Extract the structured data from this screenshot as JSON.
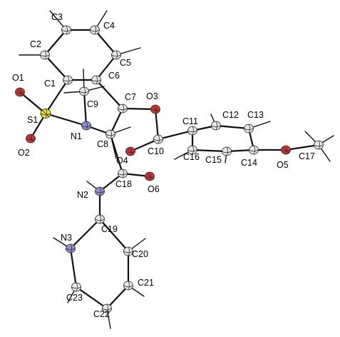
{
  "atoms": [
    {
      "id": "C1",
      "label": "C1",
      "element": "C"
    },
    {
      "id": "C2",
      "label": "C2",
      "element": "C"
    },
    {
      "id": "C3",
      "label": "C3",
      "element": "C"
    },
    {
      "id": "C4",
      "label": "C4",
      "element": "C"
    },
    {
      "id": "C5",
      "label": "C5",
      "element": "C"
    },
    {
      "id": "C6",
      "label": "C6",
      "element": "C"
    },
    {
      "id": "C7",
      "label": "C7",
      "element": "C"
    },
    {
      "id": "C8",
      "label": "C8",
      "element": "C"
    },
    {
      "id": "C9",
      "label": "C9",
      "element": "C"
    },
    {
      "id": "C10",
      "label": "C10",
      "element": "C"
    },
    {
      "id": "C11",
      "label": "C11",
      "element": "C"
    },
    {
      "id": "C12",
      "label": "C12",
      "element": "C"
    },
    {
      "id": "C13",
      "label": "C13",
      "element": "C"
    },
    {
      "id": "C14",
      "label": "C14",
      "element": "C"
    },
    {
      "id": "C15",
      "label": "C15",
      "element": "C"
    },
    {
      "id": "C16",
      "label": "C16",
      "element": "C"
    },
    {
      "id": "C17",
      "label": "C17",
      "element": "C"
    },
    {
      "id": "C18",
      "label": "C18",
      "element": "C"
    },
    {
      "id": "C19",
      "label": "C19",
      "element": "C"
    },
    {
      "id": "C20",
      "label": "C20",
      "element": "C"
    },
    {
      "id": "C21",
      "label": "C21",
      "element": "C"
    },
    {
      "id": "C22",
      "label": "C22",
      "element": "C"
    },
    {
      "id": "C23",
      "label": "C23",
      "element": "C"
    },
    {
      "id": "N1",
      "label": "N1",
      "element": "N"
    },
    {
      "id": "N2",
      "label": "N2",
      "element": "N"
    },
    {
      "id": "N3",
      "label": "N3",
      "element": "N"
    },
    {
      "id": "O1",
      "label": "O1",
      "element": "O"
    },
    {
      "id": "O2",
      "label": "O2",
      "element": "O"
    },
    {
      "id": "O3",
      "label": "O3",
      "element": "O"
    },
    {
      "id": "O4",
      "label": "O4",
      "element": "O"
    },
    {
      "id": "O5",
      "label": "O5",
      "element": "O"
    },
    {
      "id": "O6",
      "label": "O6",
      "element": "O"
    },
    {
      "id": "S1",
      "label": "S1",
      "element": "S"
    }
  ],
  "bonds": [
    [
      "C1",
      "C2"
    ],
    [
      "C2",
      "C3"
    ],
    [
      "C3",
      "C4"
    ],
    [
      "C4",
      "C5"
    ],
    [
      "C5",
      "C6"
    ],
    [
      "C6",
      "C1"
    ],
    [
      "C1",
      "S1"
    ],
    [
      "S1",
      "O1"
    ],
    [
      "S1",
      "O2"
    ],
    [
      "S1",
      "N1"
    ],
    [
      "N1",
      "C9"
    ],
    [
      "N1",
      "C8"
    ],
    [
      "C6",
      "C7"
    ],
    [
      "C7",
      "C8"
    ],
    [
      "C7",
      "O3"
    ],
    [
      "O3",
      "C10"
    ],
    [
      "C10",
      "O4"
    ],
    [
      "C10",
      "C11"
    ],
    [
      "C11",
      "C12"
    ],
    [
      "C12",
      "C13"
    ],
    [
      "C13",
      "C14"
    ],
    [
      "C14",
      "C15"
    ],
    [
      "C15",
      "C16"
    ],
    [
      "C16",
      "C11"
    ],
    [
      "C14",
      "O5"
    ],
    [
      "O5",
      "C17"
    ],
    [
      "C8",
      "C18"
    ],
    [
      "C18",
      "O6"
    ],
    [
      "C18",
      "N2"
    ],
    [
      "N2",
      "C19"
    ],
    [
      "C19",
      "C20"
    ],
    [
      "C20",
      "C21"
    ],
    [
      "C21",
      "C22"
    ],
    [
      "C22",
      "C23"
    ],
    [
      "C23",
      "N3"
    ],
    [
      "N3",
      "C19"
    ]
  ],
  "element_colors": {
    "C": "#e8e8e8",
    "N": "#8f8fd8",
    "O": "#e03030",
    "S": "#f0e030"
  }
}
